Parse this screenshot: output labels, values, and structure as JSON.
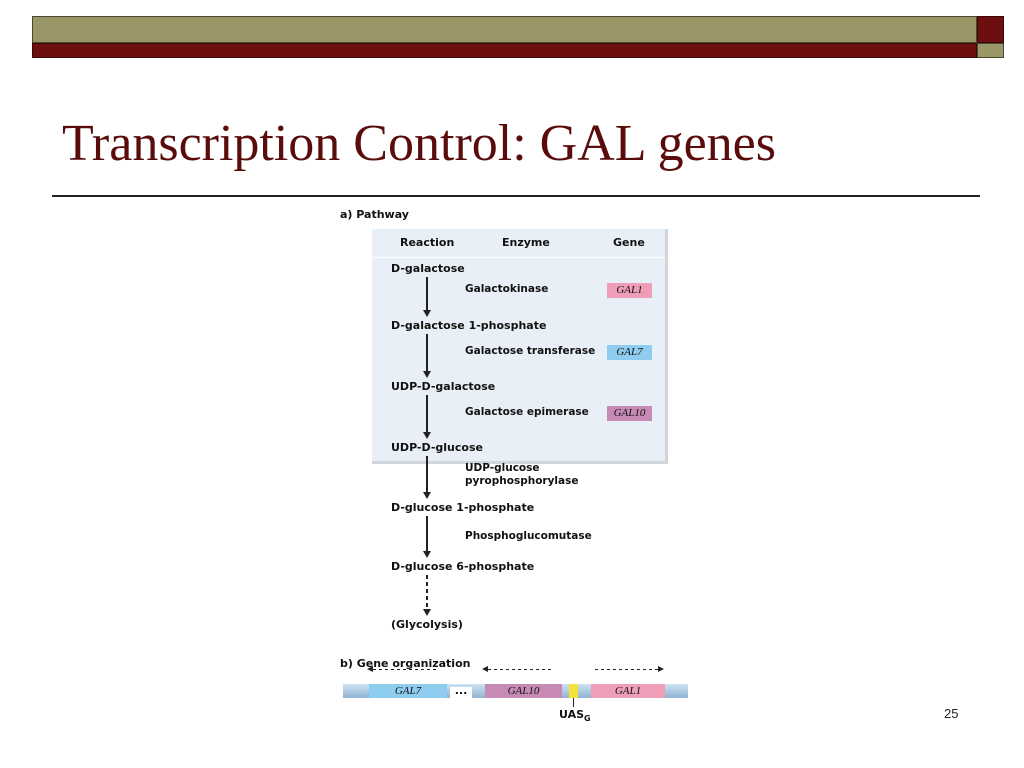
{
  "slide": {
    "title": "Transcription Control: GAL genes",
    "page_number": "25"
  },
  "figure": {
    "part_a_label": "a) Pathway",
    "part_b_label": "b) Gene organization",
    "columns": [
      "Reaction",
      "Enzyme",
      "Gene"
    ],
    "molecules": [
      "D-galactose",
      "D-galactose 1-phosphate",
      "UDP-D-galactose",
      "UDP-D-glucose",
      "D-glucose 1-phosphate",
      "D-glucose 6-phosphate",
      "(Glycolysis)"
    ],
    "enzymes": [
      "Galactokinase",
      "Galactose transferase",
      "Galactose epimerase",
      "UDP-glucose\npyrophosphorylase",
      "Phosphoglucomutase"
    ],
    "genes": [
      {
        "label": "GAL1",
        "color": "#ee9fb7"
      },
      {
        "label": "GAL7",
        "color": "#8fcdf0"
      },
      {
        "label": "GAL10",
        "color": "#c68ab4"
      }
    ],
    "gene_organization": {
      "segments": [
        {
          "label": "GAL7",
          "color": "#8fcdf0"
        },
        {
          "label": "GAL10",
          "color": "#c68ab4"
        },
        {
          "label": "GAL1",
          "color": "#ee9fb7"
        }
      ],
      "ellipsis": "...",
      "uas_label": "UAS",
      "uas_subscript": "G",
      "uas_color": "#f4e23a"
    }
  }
}
